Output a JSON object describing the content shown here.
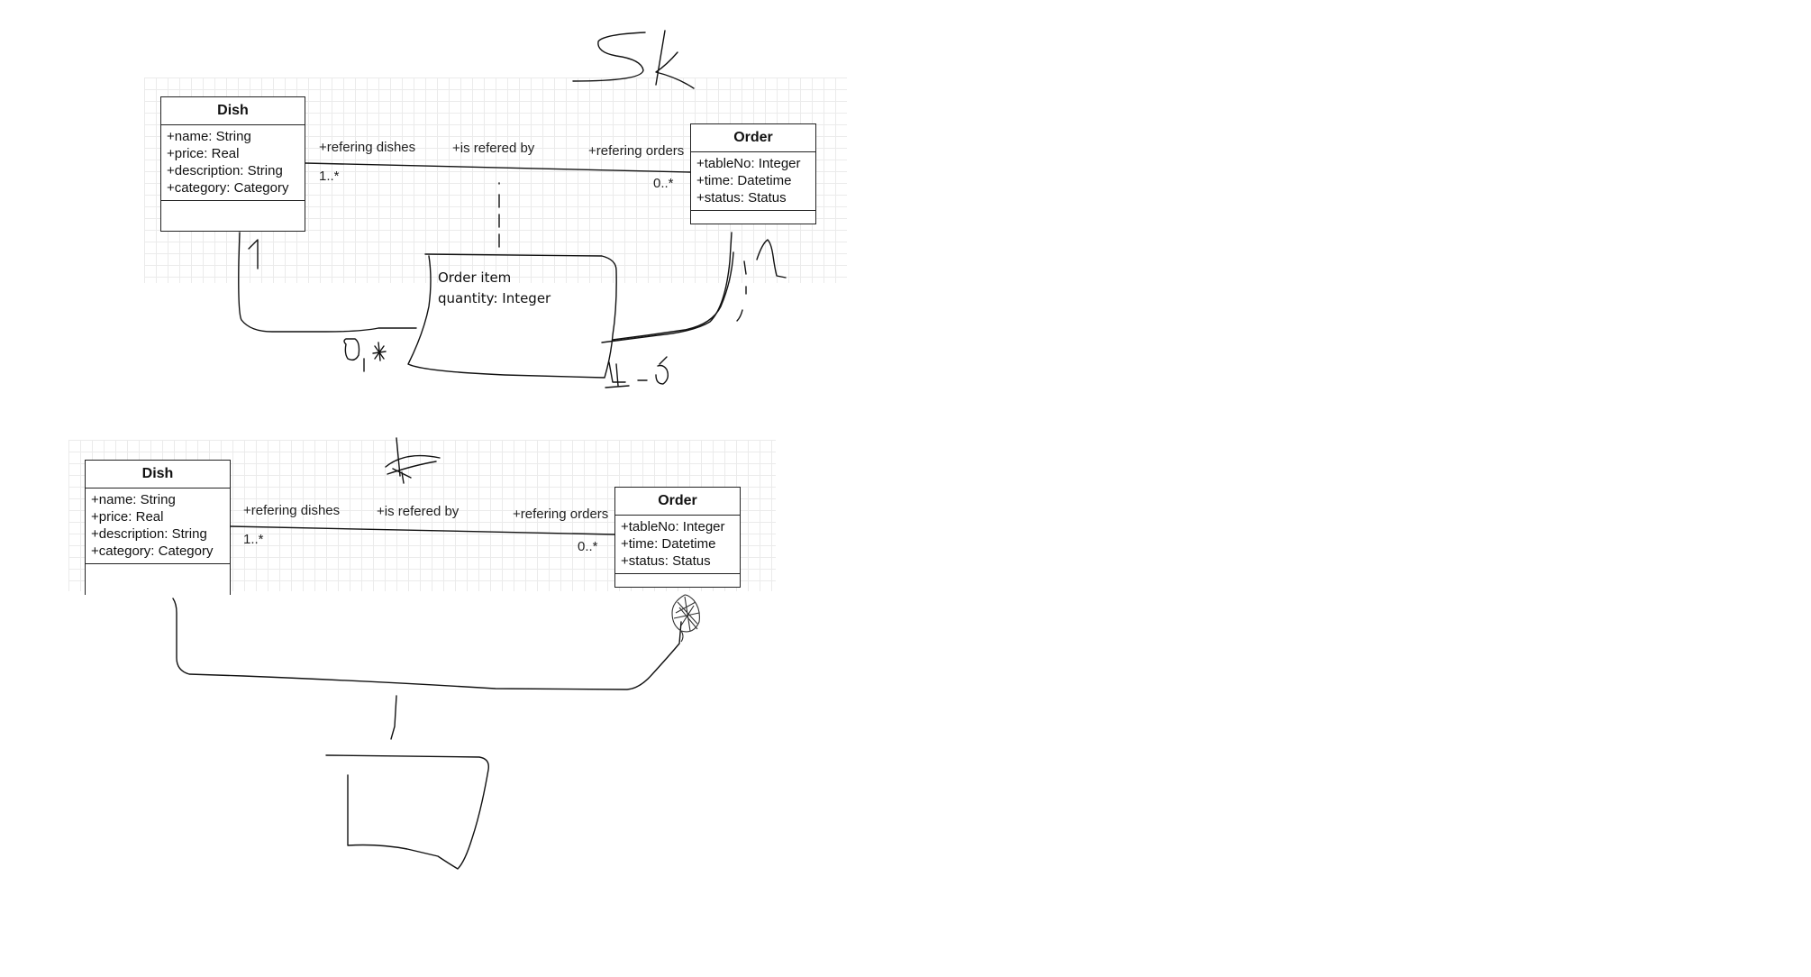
{
  "diagram_top": {
    "dish": {
      "title": "Dish",
      "attributes": [
        "+name: String",
        "+price: Real",
        "+description: String",
        "+category: Category"
      ]
    },
    "order": {
      "title": "Order",
      "attributes": [
        "+tableNo: Integer",
        "+time: Datetime",
        "+status: Status"
      ]
    },
    "association": {
      "dish_end_role": "+refering dishes",
      "middle_role": "+is refered by",
      "order_end_role": "+refering orders",
      "dish_end_multiplicity": "1..*",
      "order_end_multiplicity": "0..*"
    },
    "association_class": {
      "name": "Order item",
      "attribute": "quantity: Integer"
    }
  },
  "diagram_bottom": {
    "dish": {
      "title": "Dish",
      "attributes": [
        "+name: String",
        "+price: Real",
        "+description: String",
        "+category: Category"
      ]
    },
    "order": {
      "title": "Order",
      "attributes": [
        "+tableNo: Integer",
        "+time: Datetime",
        "+status: Status"
      ]
    },
    "association": {
      "dish_end_role": "+refering dishes",
      "middle_role": "+is refered by",
      "order_end_role": "+refering orders",
      "dish_end_multiplicity": "1..*",
      "order_end_multiplicity": "0..*"
    }
  },
  "colors": {
    "ink": "#111111",
    "grid": "#ebebeb",
    "background": "#ffffff"
  }
}
